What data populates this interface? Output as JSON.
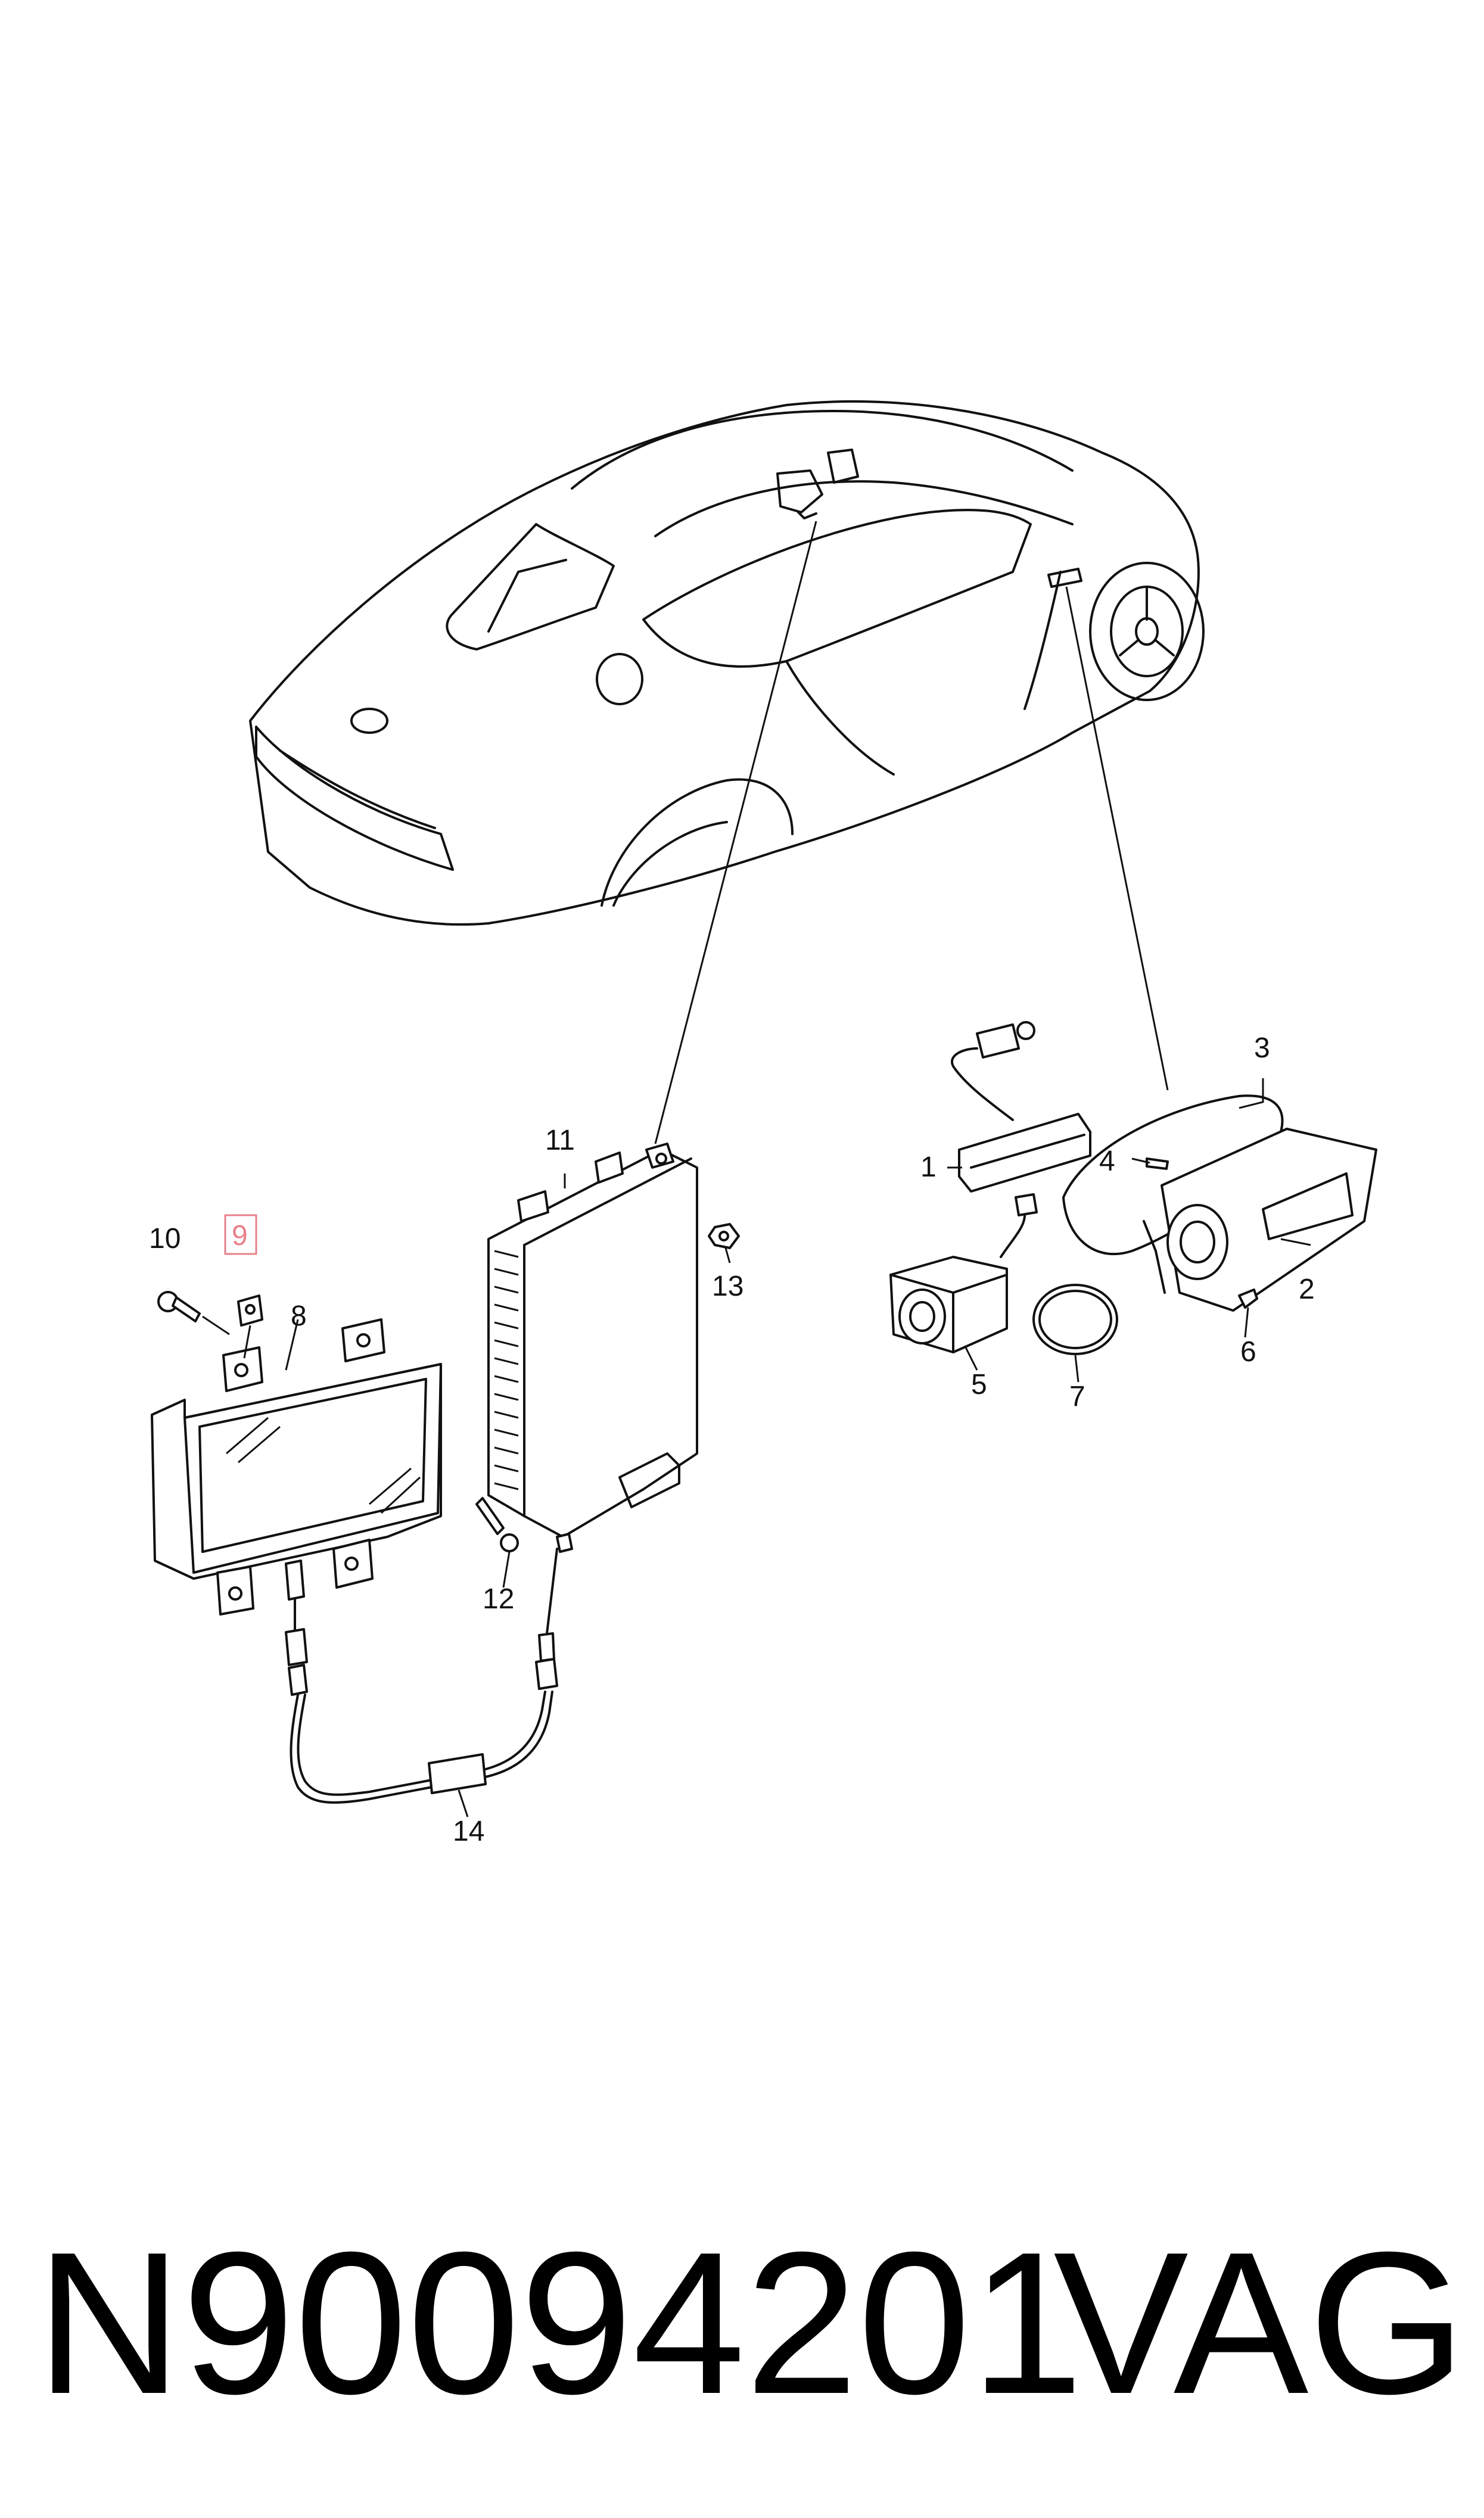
{
  "callouts": {
    "c1": "1",
    "c2": "2",
    "c3": "3",
    "c4": "4",
    "c5": "5",
    "c6": "6",
    "c7": "7",
    "c8": "8",
    "c9": "9",
    "c10": "10",
    "c11": "11",
    "c12": "12",
    "c13": "13",
    "c14": "14"
  },
  "highlighted_callout": "9",
  "highlight_color": "#e8808a",
  "footer": {
    "part_number": "N90094201",
    "brand": "VAG"
  }
}
